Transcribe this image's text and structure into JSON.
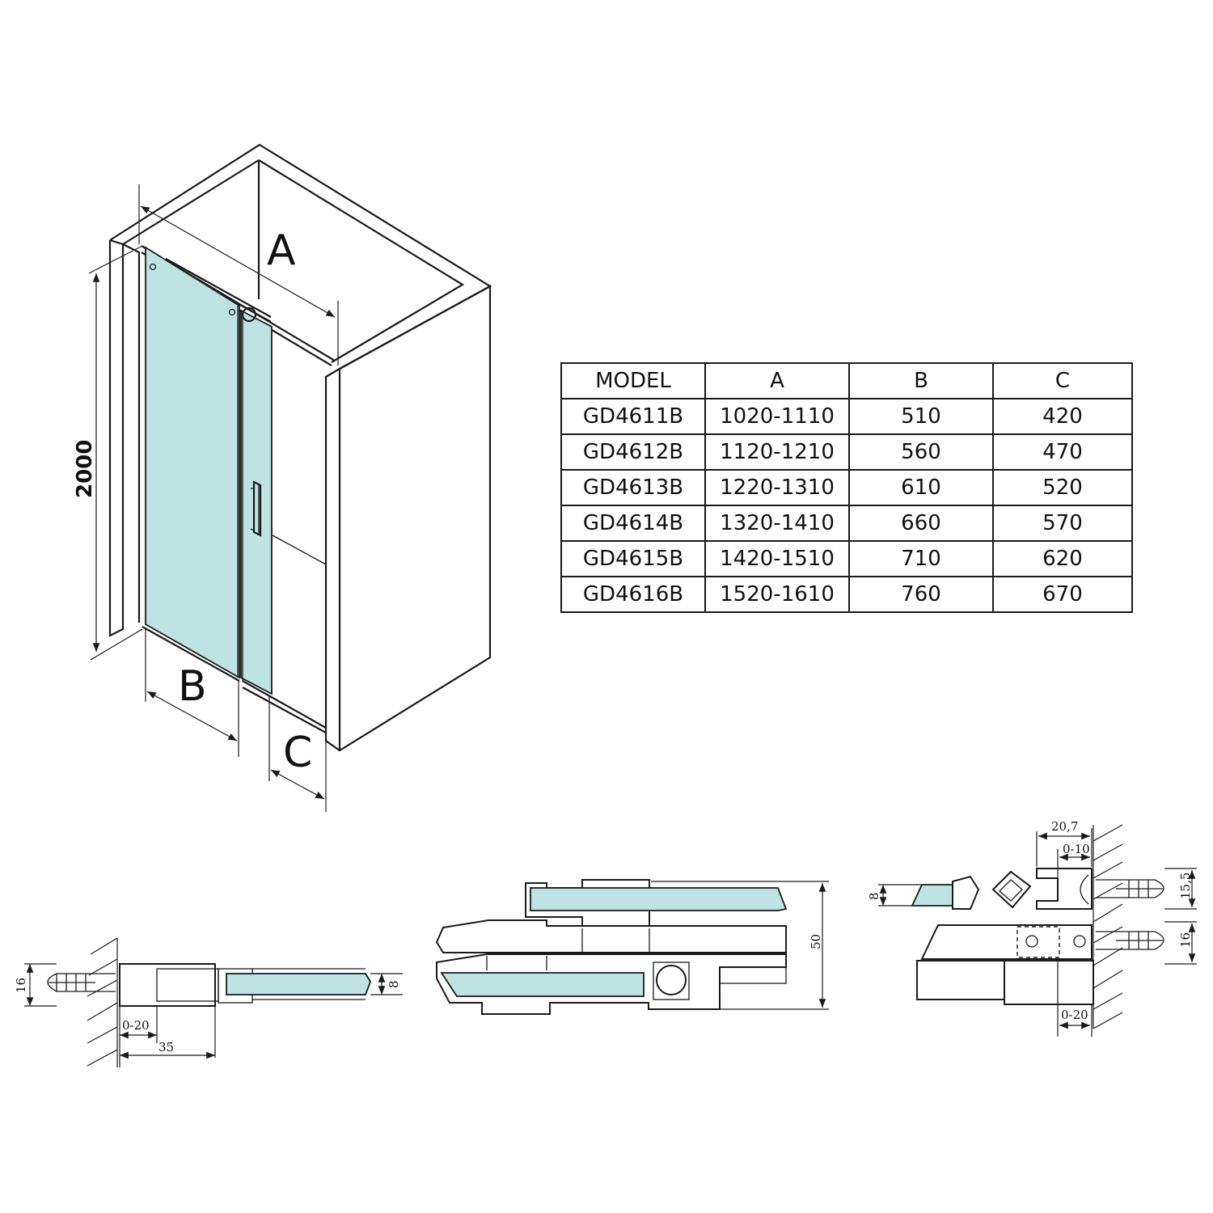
{
  "colors": {
    "glass": "#bfe3e3",
    "line": "#1a1a1a"
  },
  "isometric": {
    "label_a": "A",
    "label_b": "B",
    "label_c": "C",
    "height": "2000"
  },
  "spec_table": {
    "headers": [
      "MODEL",
      "A",
      "B",
      "C"
    ],
    "rows": [
      [
        "GD4611B",
        "1020-1110",
        "510",
        "420"
      ],
      [
        "GD4612B",
        "1120-1210",
        "560",
        "470"
      ],
      [
        "GD4613B",
        "1220-1310",
        "610",
        "520"
      ],
      [
        "GD4614B",
        "1320-1410",
        "660",
        "570"
      ],
      [
        "GD4615B",
        "1420-1510",
        "710",
        "620"
      ],
      [
        "GD4616B",
        "1520-1610",
        "760",
        "670"
      ]
    ]
  },
  "detail_left": {
    "glass": "8",
    "anchor": "16",
    "adjust": "0-20",
    "depth": "35"
  },
  "detail_middle": {
    "height": "50"
  },
  "detail_right": {
    "width": "20,7",
    "adjust_top": "0-10",
    "glass": "8",
    "top_h": "15,5",
    "anchor": "16",
    "adjust_bottom": "0-20"
  }
}
